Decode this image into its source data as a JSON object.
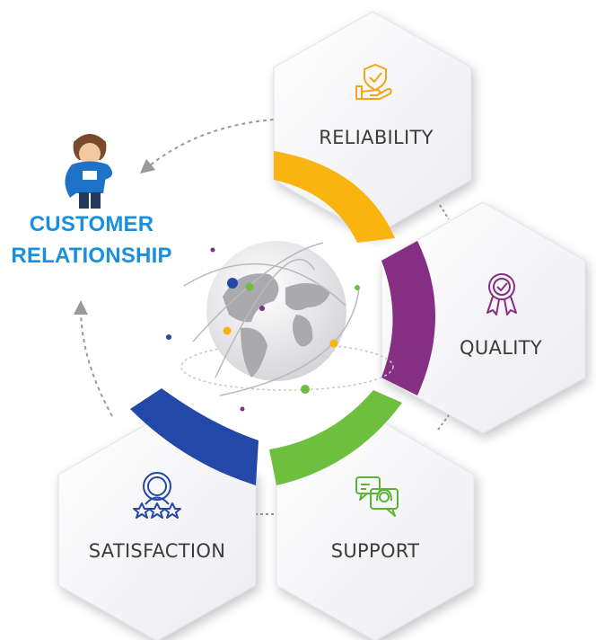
{
  "title": {
    "line1": "CUSTOMER",
    "line2": "RELATIONSHIP"
  },
  "segments": [
    {
      "label": "RELIABILITY",
      "icon": "hand-shield-icon",
      "color": "#f9b40f"
    },
    {
      "label": "QUALITY",
      "icon": "award-ribbon-icon",
      "color": "#862d84"
    },
    {
      "label": "SUPPORT",
      "icon": "headset-chat-icon",
      "color": "#6fbf3f"
    },
    {
      "label": "SATISFACTION",
      "icon": "user-stars-icon",
      "color": "#2448a8"
    }
  ],
  "colors": {
    "title": "#1a8fe0",
    "hexagon_fill": "#f3f3f6",
    "label_text": "#3c3c3c",
    "connector": "#9a9a9a"
  }
}
